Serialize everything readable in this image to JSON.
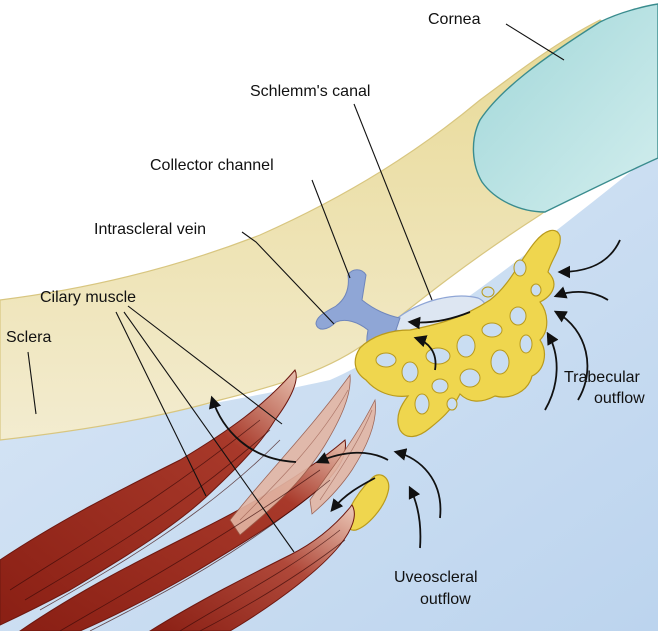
{
  "diagram": {
    "labels": {
      "cornea": "Cornea",
      "schlemms_canal": "Schlemm's canal",
      "collector_channel": "Collector channel",
      "intrascleral_vein": "Intrascleral vein",
      "ciliary_muscle": "Cilary muscle",
      "sclera": "Sclera",
      "trabecular_outflow_line1": "Trabecular",
      "trabecular_outflow_line2": "outflow",
      "uveoscleral_outflow_line1": "Uveoscleral",
      "uveoscleral_outflow_line2": "outflow"
    },
    "colors": {
      "background_fluid": "#c9ddf2",
      "sclera": "#ece3b6",
      "sclera_edge": "#d8c680",
      "cornea": "#b7e2e4",
      "cornea_edge": "#3a8c8e",
      "schlemms_canal": "#dde6f2",
      "collector_vessels": "#8fa6d6",
      "trabecular_meshwork": "#efd64e",
      "trabecular_edge": "#b99a1c",
      "ciliary_muscle": "#9c2b1e",
      "ciliary_muscle_light": "#e3b6a4"
    }
  }
}
